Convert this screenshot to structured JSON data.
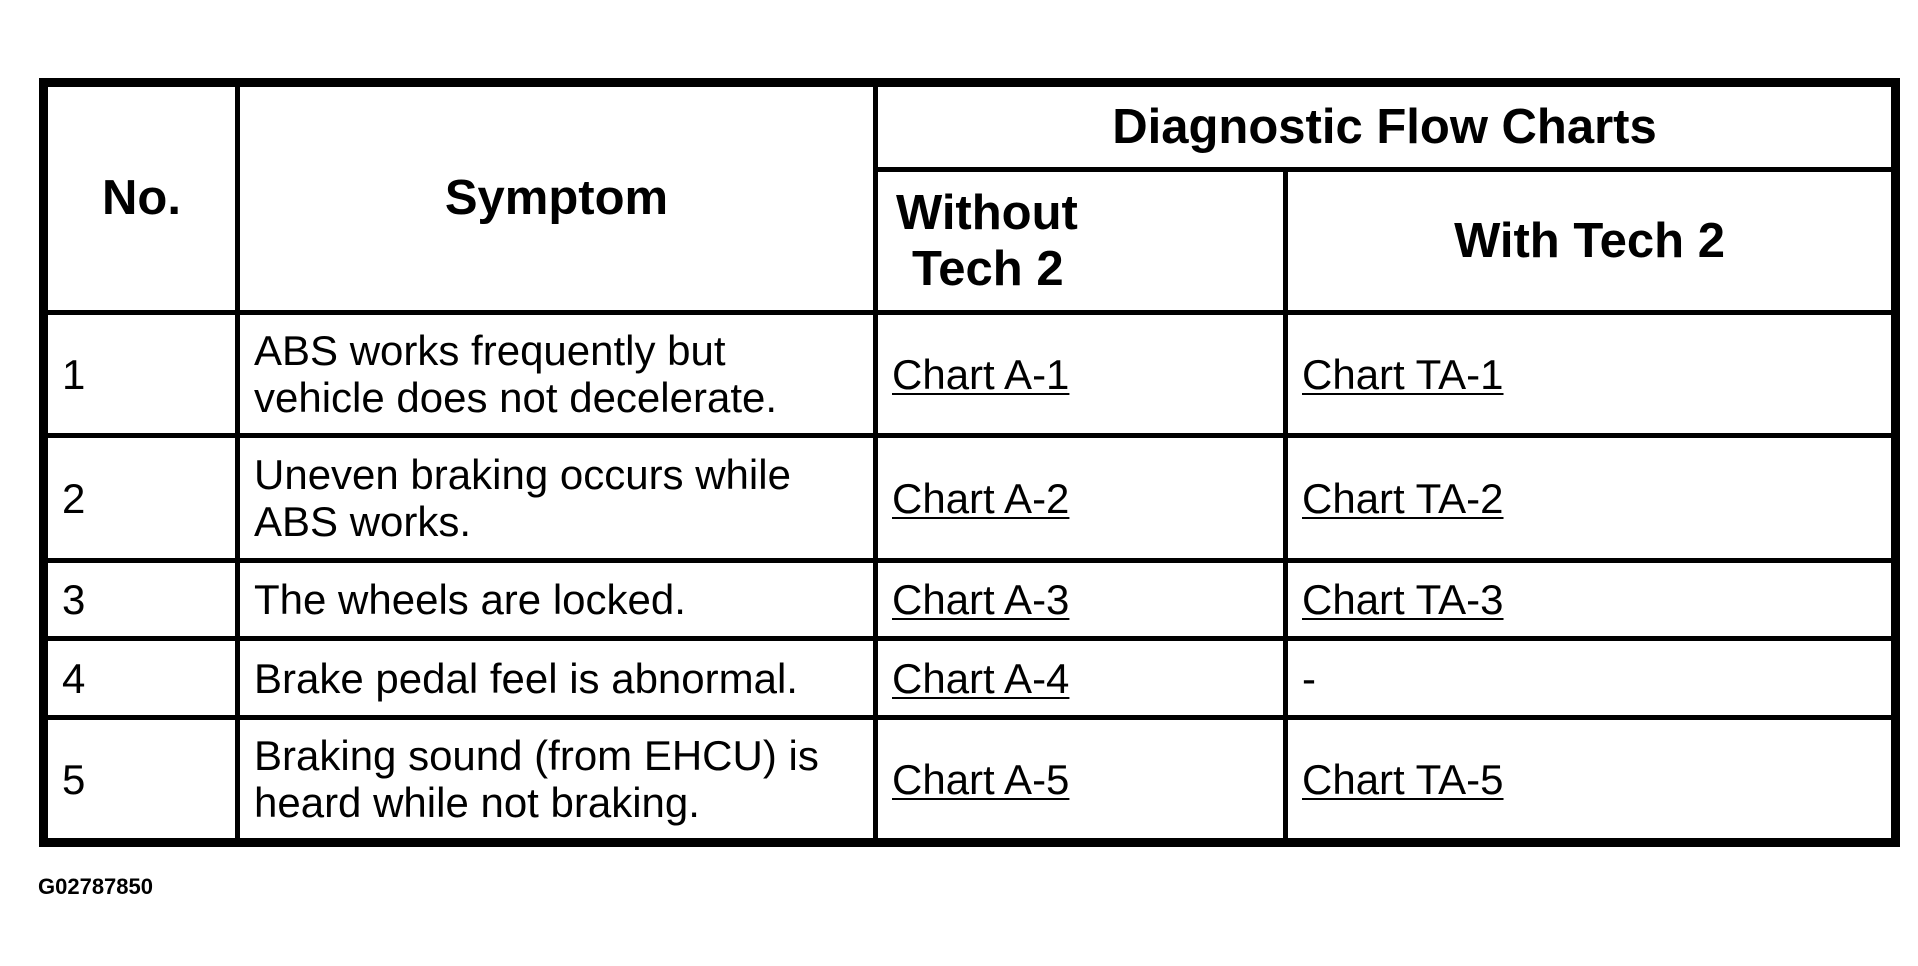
{
  "table": {
    "headers": {
      "no": "No.",
      "symptom": "Symptom",
      "group": "Diagnostic Flow Charts",
      "without_line1": "Without",
      "without_line2": "Tech 2",
      "with": "With Tech 2"
    },
    "rows": [
      {
        "no": "1",
        "symptom_line1": "ABS works frequently but",
        "symptom_line2": "vehicle does not decelerate.",
        "without": "Chart A-1",
        "with": "Chart TA-1"
      },
      {
        "no": "2",
        "symptom_line1": "Uneven braking occurs while",
        "symptom_line2": "ABS works.",
        "without": "Chart A-2",
        "with": "Chart TA-2"
      },
      {
        "no": "3",
        "symptom_line1": "The wheels are locked.",
        "without": "Chart A-3",
        "with": "Chart TA-3"
      },
      {
        "no": "4",
        "symptom_line1": "Brake pedal feel is abnormal.",
        "without": "Chart A-4",
        "with": "-"
      },
      {
        "no": "5",
        "symptom_line1": "Braking sound (from EHCU) is",
        "symptom_line2": "heard while not braking.",
        "without": "Chart A-5",
        "with": "Chart TA-5"
      }
    ]
  },
  "figure_id": "G02787850"
}
